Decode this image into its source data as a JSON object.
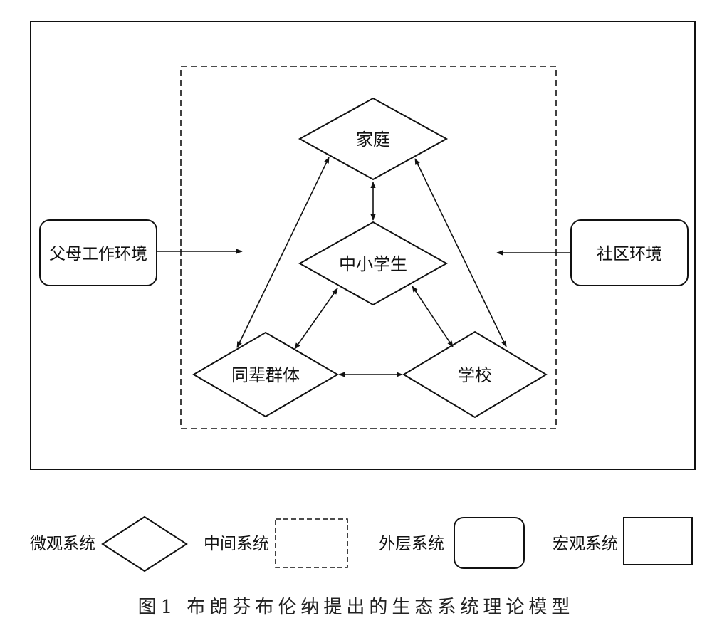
{
  "diagram": {
    "nodes": {
      "family": "家庭",
      "student": "中小学生",
      "peer": "同辈群体",
      "school": "学校",
      "parents_work": "父母工作环境",
      "community": "社区环境"
    }
  },
  "legend": {
    "micro": "微观系统",
    "meso": "中间系统",
    "exo": "外层系统",
    "macro": "宏观系统"
  },
  "caption": "图1  布朗芬布伦纳提出的生态系统理论模型"
}
